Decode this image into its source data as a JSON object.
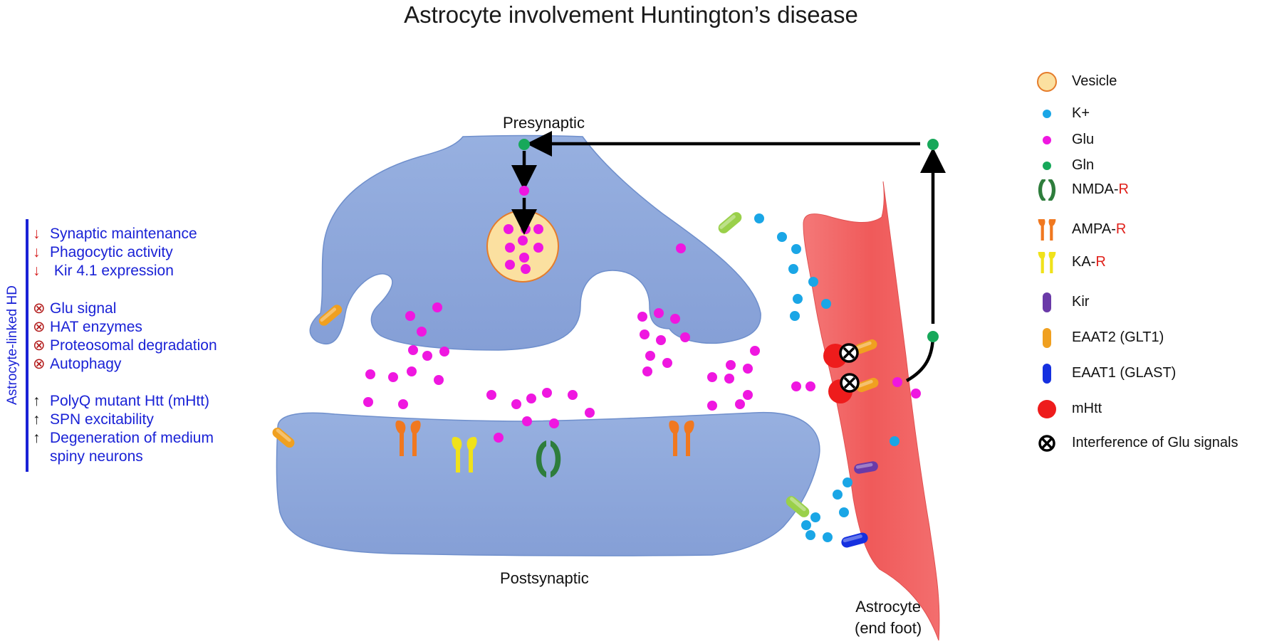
{
  "title": "Astrocyte involvement Huntington’s disease",
  "side_label": "Astrocyte-linked HD",
  "effects": [
    {
      "symbol": "↓",
      "kind": "down",
      "text": "Synaptic maintenance"
    },
    {
      "symbol": "↓",
      "kind": "down",
      "text": "Phagocytic activity"
    },
    {
      "symbol": "↓",
      "kind": "down",
      "text": " Kir 4.1 expression"
    },
    {
      "symbol": "⊗",
      "kind": "x",
      "text": "Glu signal"
    },
    {
      "symbol": "⊗",
      "kind": "x",
      "text": "HAT enzymes"
    },
    {
      "symbol": "⊗",
      "kind": "x",
      "text": "Proteosomal degradation"
    },
    {
      "symbol": "⊗",
      "kind": "x",
      "text": "Autophagy"
    },
    {
      "symbol": "↑",
      "kind": "up",
      "text": "PolyQ mutant Htt (mHtt)"
    },
    {
      "symbol": "↑",
      "kind": "up",
      "text": "SPN excitability"
    },
    {
      "symbol": "↑",
      "kind": "up",
      "text": "Degeneration of medium"
    },
    {
      "symbol": "",
      "kind": "up",
      "text": "spiny neurons"
    }
  ],
  "labels": {
    "presynaptic": "Presynaptic",
    "postsynaptic": "Postsynaptic",
    "astrocyte_line1": "Astrocyte",
    "astrocyte_line2": "(end foot)"
  },
  "legend": [
    {
      "icon": "vesicle-icon",
      "label": "Vesicle",
      "suffix": ""
    },
    {
      "icon": "k-ion-icon",
      "label": "K+",
      "suffix": ""
    },
    {
      "icon": "glu-icon",
      "label": "Glu",
      "suffix": ""
    },
    {
      "icon": "gln-icon",
      "label": "Gln",
      "suffix": ""
    },
    {
      "icon": "nmda-receptor-icon",
      "label": "NMDA-",
      "suffix": "R"
    },
    {
      "icon": "ampa-receptor-icon",
      "label": "AMPA-",
      "suffix": "R"
    },
    {
      "icon": "ka-receptor-icon",
      "label": "KA-",
      "suffix": "R"
    },
    {
      "icon": "kir-channel-icon",
      "label": "Kir",
      "suffix": ""
    },
    {
      "icon": "eaat2-icon",
      "label": "EAAT2 (GLT1)",
      "suffix": ""
    },
    {
      "icon": "eaat1-icon",
      "label": "EAAT1 (GLAST)",
      "suffix": ""
    },
    {
      "icon": "mhtt-icon",
      "label": "mHtt",
      "suffix": ""
    },
    {
      "icon": "interference-icon",
      "label": "Interference of Glu signals",
      "suffix": ""
    }
  ],
  "colors": {
    "neuron": "#8fa9dc",
    "astrocyte": "#f06464",
    "vesicle_fill": "#fbe0a0",
    "vesicle_stroke": "#e57c2b",
    "k_ion": "#1aa6e6",
    "glu": "#ef17e0",
    "gln": "#17a85a",
    "nmda": "#2e7d3c",
    "ampa": "#f07820",
    "ka": "#f0e21a",
    "kir": "#6a3aa8",
    "eaat2": "#f0a020",
    "eaat1": "#1530e0",
    "mhtt": "#ee1c1c",
    "side_text": "#1a22d6"
  }
}
